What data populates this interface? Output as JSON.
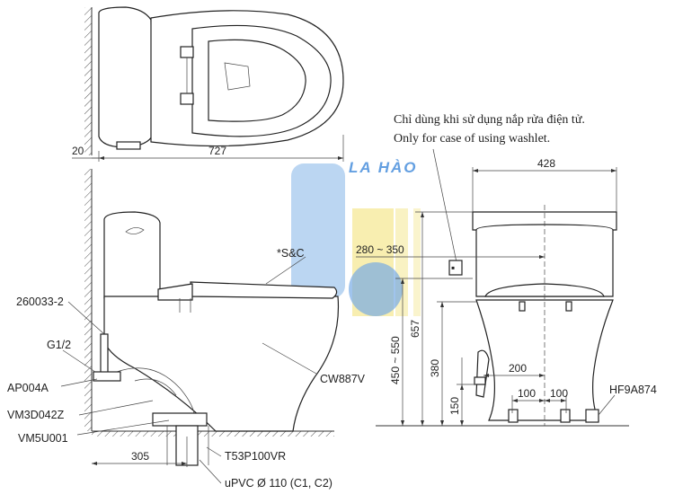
{
  "note": {
    "line1": "Chỉ dùng khi sử dụng nắp rửa điện tử.",
    "line2": "Only for case of using washlet."
  },
  "watermark": "LA HÀO",
  "top_view": {
    "dim_wall": "20",
    "dim_length": "727"
  },
  "side_view": {
    "labels": {
      "seat": "*S&C",
      "bowl": "CW887V",
      "fitting_1": "260033-2",
      "fitting_2": "G1/2",
      "fitting_3": "AP004A",
      "fitting_4": "VM3D042Z",
      "fitting_5": "VM5U001",
      "drain": "T53P100VR",
      "pipe": "uPVC Ø 110 (C1, C2)"
    },
    "dim_rough_in": "305"
  },
  "front_view": {
    "dim_width": "428",
    "dim_outlet_range": "280 ~ 350",
    "dim_total_height": "657",
    "dim_seat_height": "450 ~ 550",
    "dim_outlet_height": "380",
    "dim_offset": "200",
    "dim_bolt_left": "100",
    "dim_bolt_right": "100",
    "dim_inlet_height": "150",
    "label_fixing": "HF9A874"
  },
  "colors": {
    "watermark_blue": "#2f7fd8",
    "watermark_yellow": "#f2e27a",
    "line": "#222222"
  }
}
